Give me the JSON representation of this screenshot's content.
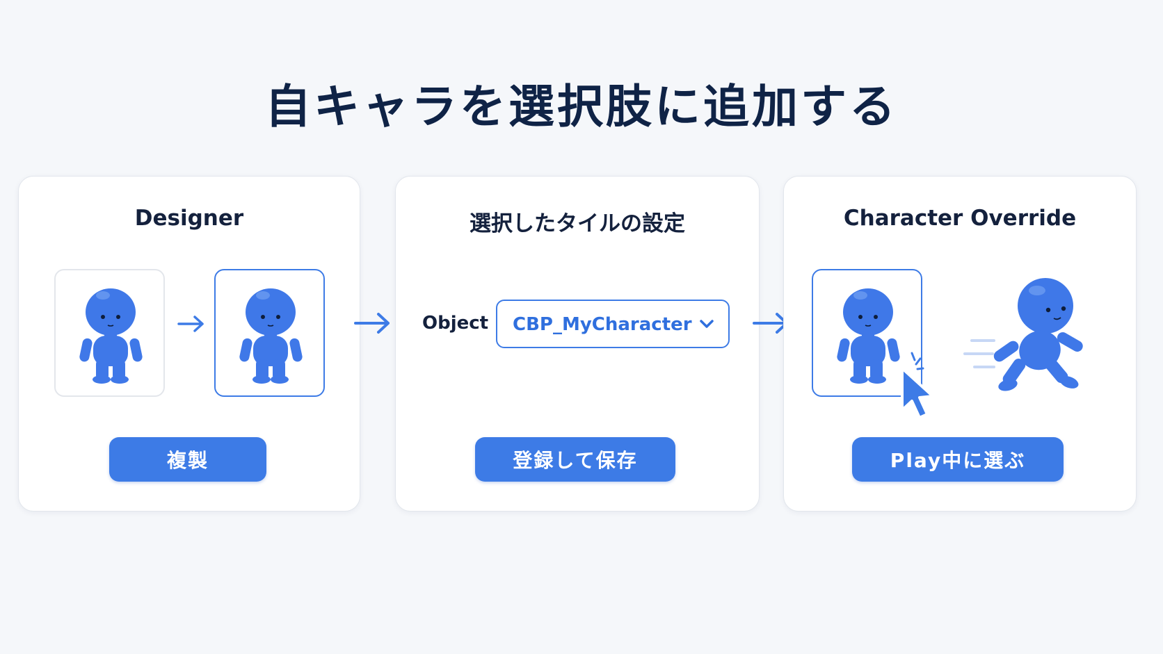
{
  "title": "自キャラを選択肢に追加する",
  "steps": [
    {
      "title": "Designer",
      "button_label": "複製"
    },
    {
      "title": "選択したタイルの設定",
      "field_label": "Object",
      "dropdown_value": "CBP_MyCharacter",
      "button_label": "登録して保存"
    },
    {
      "title": "Character Override",
      "button_label": "Play中に選ぶ"
    }
  ],
  "icons": {
    "character": "blue-character-icon",
    "running": "running-character-icon",
    "cursor": "mouse-cursor-icon",
    "arrow": "arrow-right-icon",
    "chevron": "chevron-down-icon"
  },
  "colors": {
    "accent": "#3d7be6",
    "title": "#0f2346",
    "character": "#3f78e8",
    "background": "#f5f7fa"
  }
}
